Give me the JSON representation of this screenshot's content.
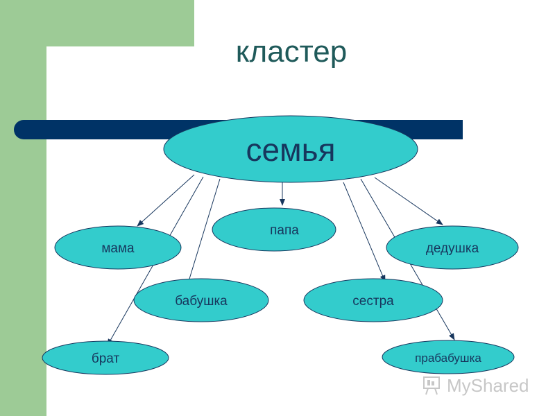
{
  "title": "кластер",
  "center": "семья",
  "nodes": {
    "mama": "мама",
    "papa": "папа",
    "dedushka": "дедушка",
    "babushka": "бабушка",
    "sestra": "сестра",
    "brat": "брат",
    "prababushka": "прабабушка"
  },
  "watermark": "MyShared",
  "colors": {
    "ellipse_fill": "#33cccc",
    "text": "#17365d",
    "bar": "#003366",
    "green": "#9dcb96",
    "arrow": "#17365d"
  }
}
